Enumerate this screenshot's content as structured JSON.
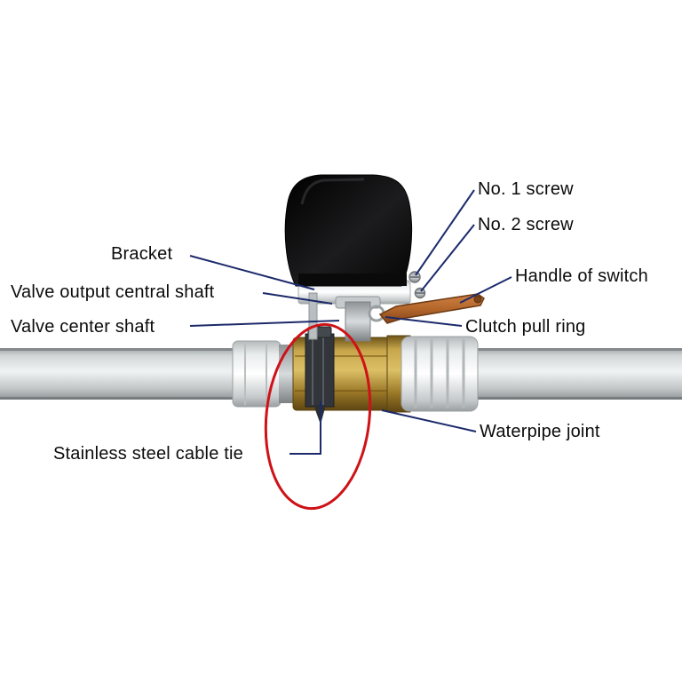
{
  "figure": {
    "labels": {
      "no1_screw": "No. 1 screw",
      "no2_screw": "No. 2 screw",
      "bracket": "Bracket",
      "handle_of_switch": "Handle of switch",
      "valve_output_central_shaft": "Valve output central shaft",
      "valve_center_shaft": "Valve center shaft",
      "clutch_pull_ring": "Clutch pull ring",
      "stainless_steel_cable_tie": "Stainless steel cable tie",
      "waterpipe_joint": "Waterpipe joint"
    },
    "colors": {
      "leader_line": "#1c2a6b",
      "highlight_ellipse": "#ce1217",
      "actuator_body": "#121212",
      "valve_brass": "#a8842f",
      "handle_copper": "#b4672b",
      "pipe": "#d9dcdd"
    }
  }
}
